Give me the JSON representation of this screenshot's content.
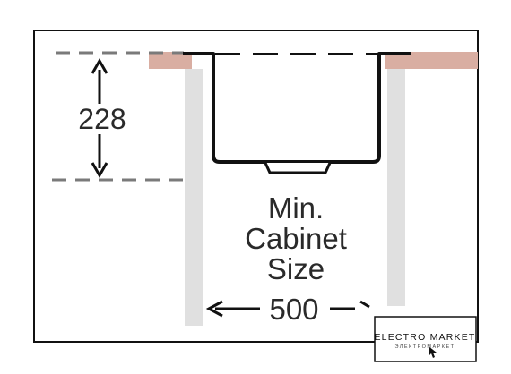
{
  "diagram": {
    "depth_label": "228",
    "cabinet_label_lines": [
      "Min.",
      "Cabinet",
      "Size"
    ],
    "width_label": "500"
  },
  "logo": {
    "name": "ELECTRO MARKET",
    "tagline": "ЭЛЕКТРОМАРКЕТ"
  },
  "colors": {
    "frame": "#111111",
    "countertop": "#d9aea2",
    "cabinet_wall": "#e0e0e0",
    "dashed_line": "#7a7a7a",
    "sink_outline": "#111111"
  }
}
